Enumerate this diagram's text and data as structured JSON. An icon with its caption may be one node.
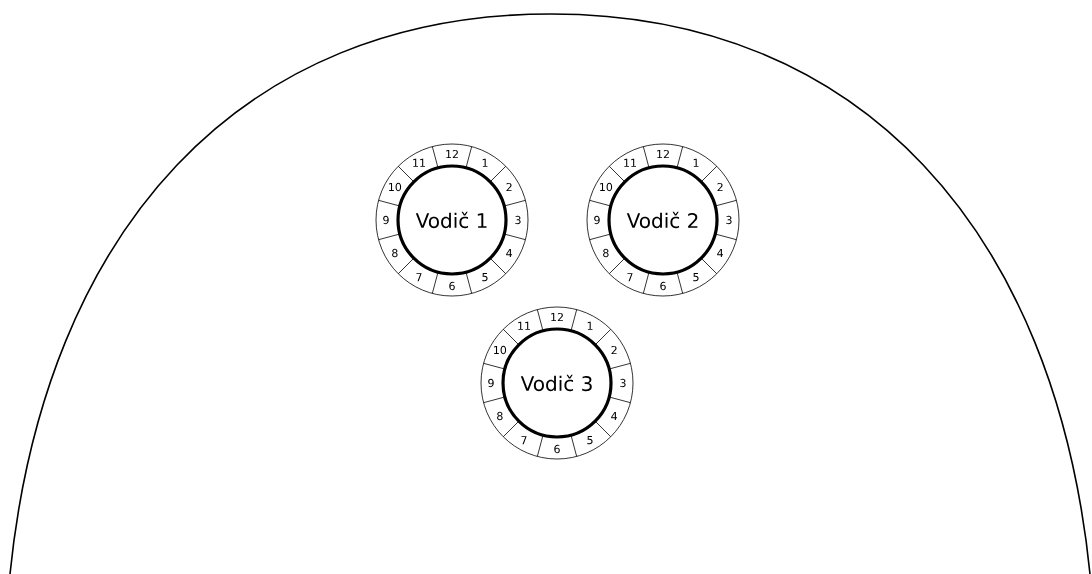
{
  "diagram": {
    "nodes": [
      {
        "text": [
          "Vodič 1"
        ],
        "beside": [
          "12",
          "1",
          "2",
          "3",
          "4",
          "5",
          "6",
          "7",
          "8",
          "9",
          "10",
          "11"
        ]
      },
      {
        "text": [
          "Vodič 2"
        ],
        "beside": [
          "12",
          "1",
          "2",
          "3",
          "4",
          "5",
          "6",
          "7",
          "8",
          "9",
          "10",
          "11"
        ]
      },
      {
        "text": [
          "Vodič 3"
        ],
        "beside": [
          "12",
          "1",
          "2",
          "3",
          "4",
          "5",
          "6",
          "7",
          "8",
          "9",
          "10",
          "11"
        ]
      }
    ]
  }
}
